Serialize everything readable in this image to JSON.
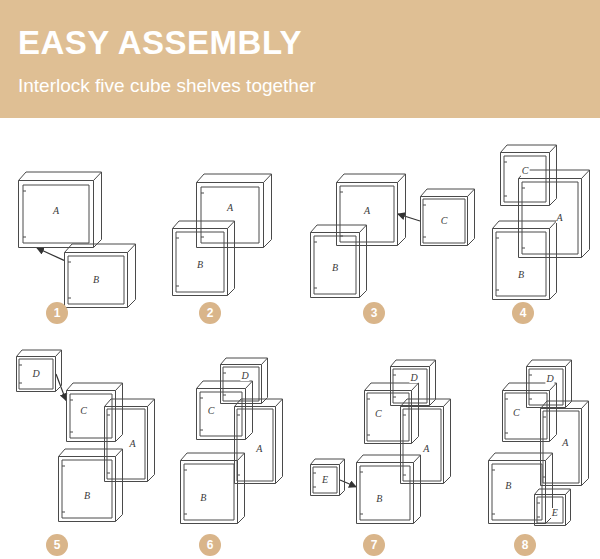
{
  "diagram": {
    "title": "EASY ASSEMBLY",
    "nodes": [
      {
        "text": [
          "A"
        ]
      },
      {
        "text": [
          "B"
        ]
      },
      {
        "text": [
          "1"
        ]
      },
      {
        "text": [
          "A"
        ]
      },
      {
        "text": [
          "B"
        ]
      },
      {
        "text": [
          "2"
        ]
      },
      {
        "text": [
          "A"
        ]
      },
      {
        "text": [
          "B"
        ]
      },
      {
        "text": [
          "C"
        ]
      },
      {
        "text": [
          "3"
        ]
      },
      {
        "text": [
          "C"
        ]
      },
      {
        "text": [
          "A"
        ]
      },
      {
        "text": [
          "B"
        ]
      },
      {
        "text": [
          "4"
        ]
      },
      {
        "text": [
          "D"
        ]
      },
      {
        "text": [
          "C"
        ]
      },
      {
        "text": [
          "A"
        ]
      },
      {
        "text": [
          "B"
        ]
      },
      {
        "text": [
          "5"
        ]
      },
      {
        "text": [
          "D"
        ]
      },
      {
        "text": [
          "C"
        ]
      },
      {
        "text": [
          "A"
        ]
      },
      {
        "text": [
          "B"
        ]
      },
      {
        "text": [
          "6"
        ]
      },
      {
        "text": [
          "E"
        ]
      },
      {
        "text": [
          "D"
        ]
      },
      {
        "text": [
          "C"
        ]
      },
      {
        "text": [
          "A"
        ]
      },
      {
        "text": [
          "B"
        ]
      },
      {
        "text": [
          "7"
        ]
      },
      {
        "text": [
          "D"
        ]
      },
      {
        "text": [
          "C"
        ]
      },
      {
        "text": [
          "A"
        ]
      },
      {
        "text": [
          "B"
        ]
      },
      {
        "text": [
          "E"
        ]
      },
      {
        "text": [
          "8"
        ]
      }
    ],
    "edges": [
      {
        "from": 1,
        "to": 0,
        "arrow": "to"
      },
      {
        "from": 8,
        "to": 6,
        "arrow": "to"
      },
      {
        "from": 14,
        "to": 15,
        "arrow": "to"
      },
      {
        "from": 24,
        "to": 28,
        "arrow": "to"
      }
    ],
    "labels": [
      "Interlock five cube shelves together"
    ]
  }
}
